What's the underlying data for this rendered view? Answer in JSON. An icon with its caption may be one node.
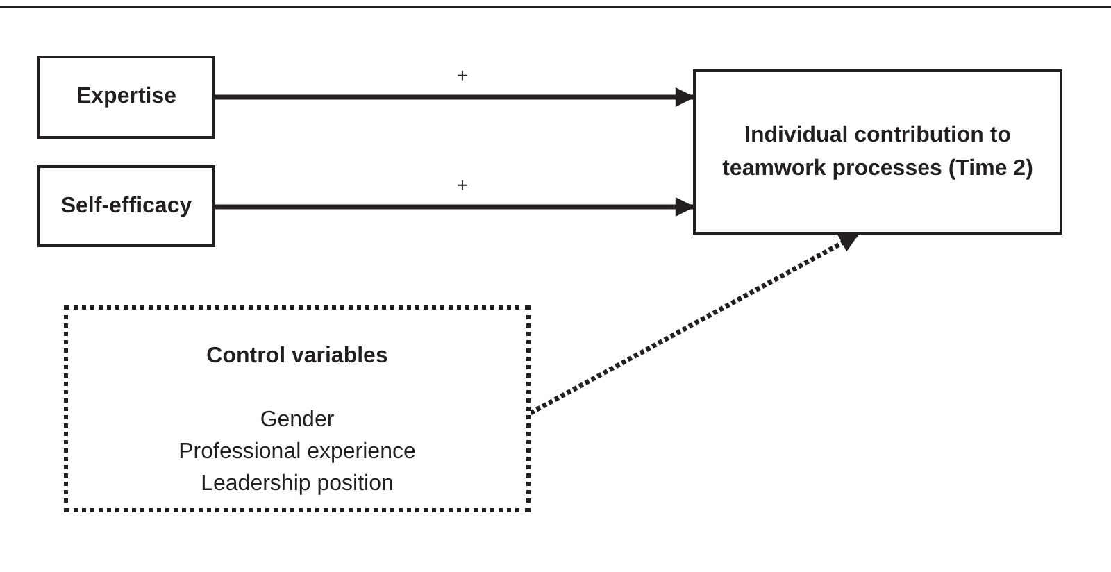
{
  "diagram": {
    "nodes": [
      {
        "text": [
          "Expertise"
        ]
      },
      {
        "text": [
          "Self-efficacy"
        ]
      },
      {
        "text": [
          "Individual contribution to teamwork processes (Time 2)"
        ]
      },
      {
        "text": [
          "Control variables",
          "Gender",
          "Professional experience",
          "Leadership position"
        ]
      }
    ],
    "edges": [
      {
        "from": 0,
        "to": 2,
        "arrow": "to",
        "label": "+"
      },
      {
        "from": 1,
        "to": 2,
        "arrow": "to",
        "label": "+"
      },
      {
        "from": 3,
        "to": 2,
        "arrow": "to",
        "style": "dashed"
      }
    ]
  }
}
